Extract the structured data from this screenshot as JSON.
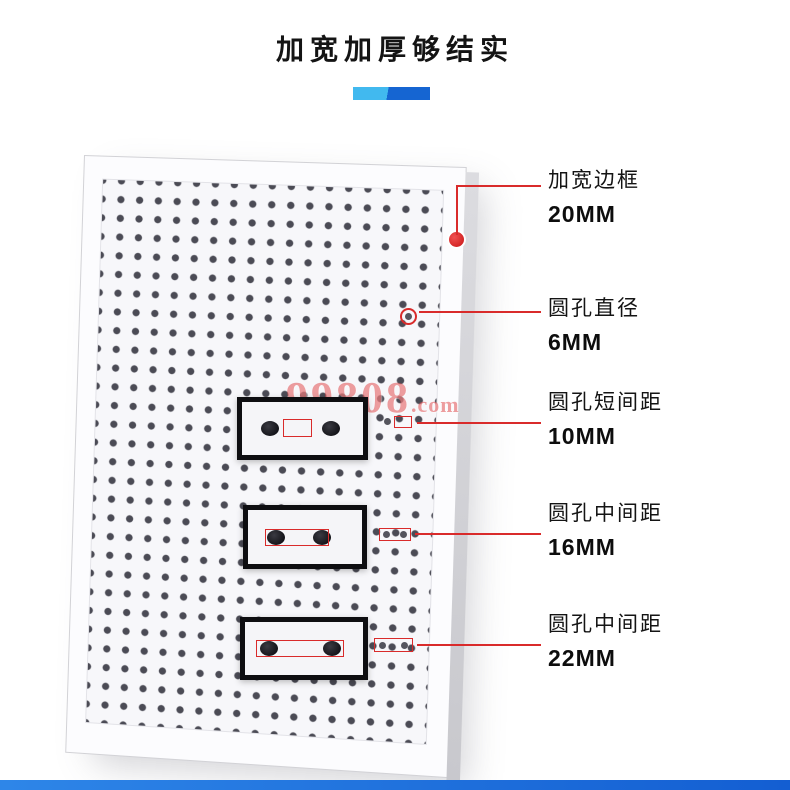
{
  "header": {
    "title": "加宽加厚够结实"
  },
  "watermark": {
    "main": "99808",
    "suffix": ".com"
  },
  "callouts": [
    {
      "label": "加宽边框",
      "value": "20MM"
    },
    {
      "label": "圆孔直径",
      "value": "6MM"
    },
    {
      "label": "圆孔短间距",
      "value": "10MM"
    },
    {
      "label": "圆孔中间距",
      "value": "16MM"
    },
    {
      "label": "圆孔中间距",
      "value": "22MM"
    }
  ],
  "colors": {
    "annotation_red": "#d92b2b",
    "accent_blue_light": "#41b9ef",
    "accent_blue_dark": "#1565d2",
    "bottom_bar_blue": "#1e6fdd"
  }
}
